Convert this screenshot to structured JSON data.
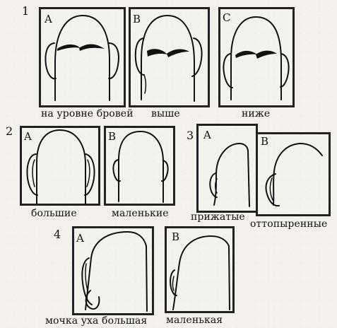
{
  "sections": {
    "s1": "1",
    "s2": "2",
    "s3": "3",
    "s4": "4"
  },
  "labels": {
    "a": "A",
    "b": "B",
    "c": "C"
  },
  "captions": {
    "brow_level": "на уровне бровей",
    "higher": "выше",
    "lower": "ниже",
    "large": "большие",
    "small": "маленькие",
    "pressed": "прижатые",
    "protruding": "оттопыренные",
    "large_lobe": "мочка уха большая",
    "small_lobe": "маленькая"
  }
}
